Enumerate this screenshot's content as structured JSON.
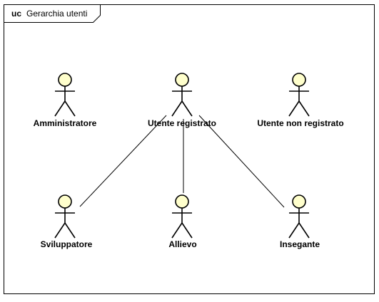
{
  "frame": {
    "kind": "uc",
    "name": "Gerarchia utenti"
  },
  "colors": {
    "actor_fill": "#ffffcc",
    "line": "#000000",
    "background": "#ffffff"
  },
  "actors": [
    {
      "id": "amministratore",
      "label": "Amministratore"
    },
    {
      "id": "utente-registrato",
      "label": "Utente registrato"
    },
    {
      "id": "utente-non-registrato",
      "label": "Utente non registrato"
    },
    {
      "id": "sviluppatore",
      "label": "Sviluppatore"
    },
    {
      "id": "allievo",
      "label": "Allievo"
    },
    {
      "id": "insegante",
      "label": "Insegante"
    }
  ],
  "associations": [
    {
      "from": "utente-registrato",
      "to": "sviluppatore"
    },
    {
      "from": "utente-registrato",
      "to": "allievo"
    },
    {
      "from": "utente-registrato",
      "to": "insegante"
    }
  ]
}
